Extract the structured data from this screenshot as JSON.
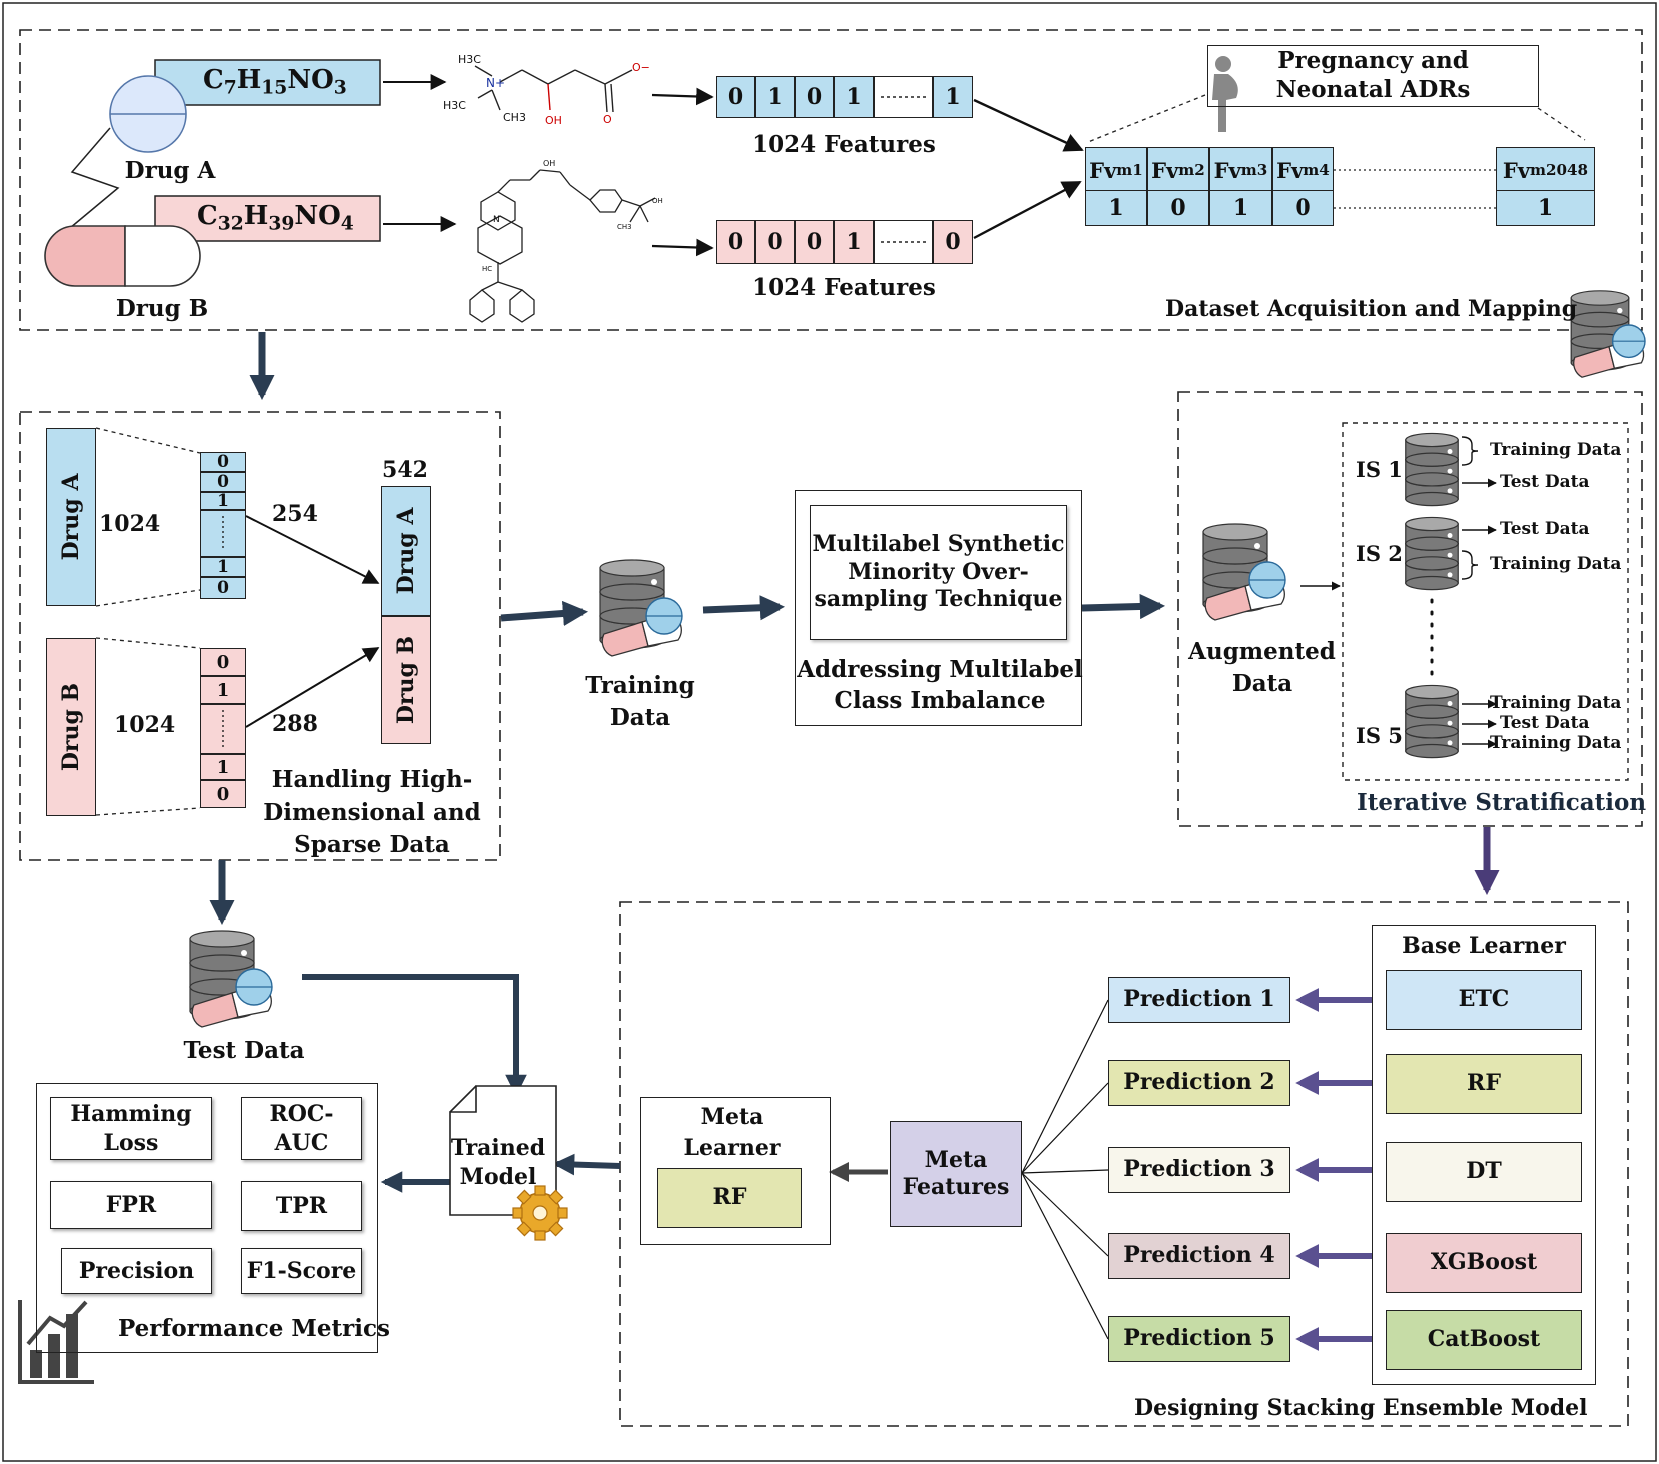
{
  "acquisition": {
    "title": "Dataset Acquisition and Mapping",
    "drug_a_label": "Drug A",
    "drug_b_label": "Drug B",
    "formula_a": {
      "base": "C",
      "parts": [
        [
          "C",
          "7"
        ],
        [
          "H",
          "15"
        ],
        [
          "NO",
          "3"
        ]
      ]
    },
    "formula_b": {
      "base": "C",
      "parts": [
        [
          "C",
          "32"
        ],
        [
          "H",
          "39"
        ],
        [
          "NO",
          "4"
        ]
      ]
    },
    "vector_a": [
      "0",
      "1",
      "0",
      "1",
      "1"
    ],
    "vector_b": [
      "0",
      "0",
      "0",
      "1",
      "0"
    ],
    "features_label": "1024 Features",
    "adr_label": "Pregnancy and Neonatal ADRs",
    "fv_headers": [
      [
        "Fv",
        "m1"
      ],
      [
        "Fv",
        "m2"
      ],
      [
        "Fv",
        "m3"
      ],
      [
        "Fv",
        "m4"
      ],
      [
        "Fv",
        "m2048"
      ]
    ],
    "fv_values": [
      "1",
      "0",
      "1",
      "0",
      "1"
    ],
    "molecule_a_labels": {
      "h3c_top": "H3C",
      "n_plus": "N+",
      "h3c_left": "H3C",
      "ch3": "CH3",
      "oh": "OH",
      "o_minus": "O−",
      "o": "O"
    },
    "molecule_b_labels": {
      "oh": "OH",
      "n": "N",
      "hc": "HC",
      "oh2": "OH",
      "ch3": "CH3"
    }
  },
  "sparse": {
    "title_lines": [
      "Handling High-",
      "Dimensional and",
      "Sparse Data"
    ],
    "drug_a_label": "Drug A",
    "drug_b_label": "Drug B",
    "dim_a": "1024",
    "dim_b": "1024",
    "selected_a": "254",
    "selected_b": "288",
    "combined": "542",
    "bits_a": [
      "0",
      "0",
      "1",
      "1",
      "0"
    ],
    "bits_b": [
      "0",
      "1",
      "1",
      "0"
    ]
  },
  "training": {
    "label_lines": [
      "Training",
      "Data"
    ]
  },
  "mlsmote": {
    "inner_lines": [
      "Multilabel Synthetic",
      "Minority Over-",
      "sampling Technique"
    ],
    "caption_lines": [
      "Addressing Multilabel",
      "Class Imbalance"
    ]
  },
  "stratification": {
    "title": "Iterative Stratification",
    "augmented_lines": [
      "Augmented",
      "Data"
    ],
    "splits": [
      {
        "id": "IS 1",
        "labels": [
          "Training Data",
          "Test Data"
        ]
      },
      {
        "id": "IS 2",
        "labels": [
          "Test Data",
          "Training Data"
        ]
      },
      {
        "id": "IS 5",
        "labels": [
          "Training Data",
          "Test Data",
          "Training Data"
        ]
      }
    ]
  },
  "ensemble": {
    "title": "Designing Stacking Ensemble Model",
    "base_learner_title": "Base Learner",
    "base_learners": [
      {
        "name": "ETC",
        "color": "#cfe6f6"
      },
      {
        "name": "RF",
        "color": "#e3e6b1"
      },
      {
        "name": "DT",
        "color": "#f8f6ec"
      },
      {
        "name": "XGBoost",
        "color": "#f0cdd0"
      },
      {
        "name": "CatBoost",
        "color": "#c6dca6"
      }
    ],
    "predictions": [
      {
        "label": "Prediction 1",
        "color": "#cfe6f6"
      },
      {
        "label": "Prediction 2",
        "color": "#e3e6b1"
      },
      {
        "label": "Prediction 3",
        "color": "#f8f6ec"
      },
      {
        "label": "Prediction 4",
        "color": "#e2d2d3"
      },
      {
        "label": "Prediction 5",
        "color": "#c6dca6"
      }
    ],
    "meta_features_lines": [
      "Meta",
      "Features"
    ],
    "meta_features_color": "#d4d0e8",
    "meta_learner_lines": [
      "Meta",
      "Learner"
    ],
    "meta_learner_model": "RF",
    "meta_learner_color": "#e3e6b1"
  },
  "evaluation": {
    "test_data_label": "Test Data",
    "trained_model_lines": [
      "Trained",
      "Model"
    ],
    "metrics_title": "Performance Metrics",
    "metrics": [
      [
        "Hamming",
        "Loss"
      ],
      [
        "ROC-",
        "AUC"
      ],
      [
        "FPR"
      ],
      [
        "TPR"
      ],
      [
        "Precision"
      ],
      [
        "F1-Score"
      ]
    ]
  },
  "colors": {
    "blue": "#b9def0",
    "pink": "#f8d6d6",
    "arrow_dark": "#2b3d52",
    "arrow_purple": "#4a3c78",
    "arrow_gray": "#444444"
  },
  "icons": [
    "database-pill-icon",
    "pregnant-woman-icon",
    "pill-icon",
    "capsule-icon",
    "gear-icon",
    "bar-chart-icon"
  ]
}
